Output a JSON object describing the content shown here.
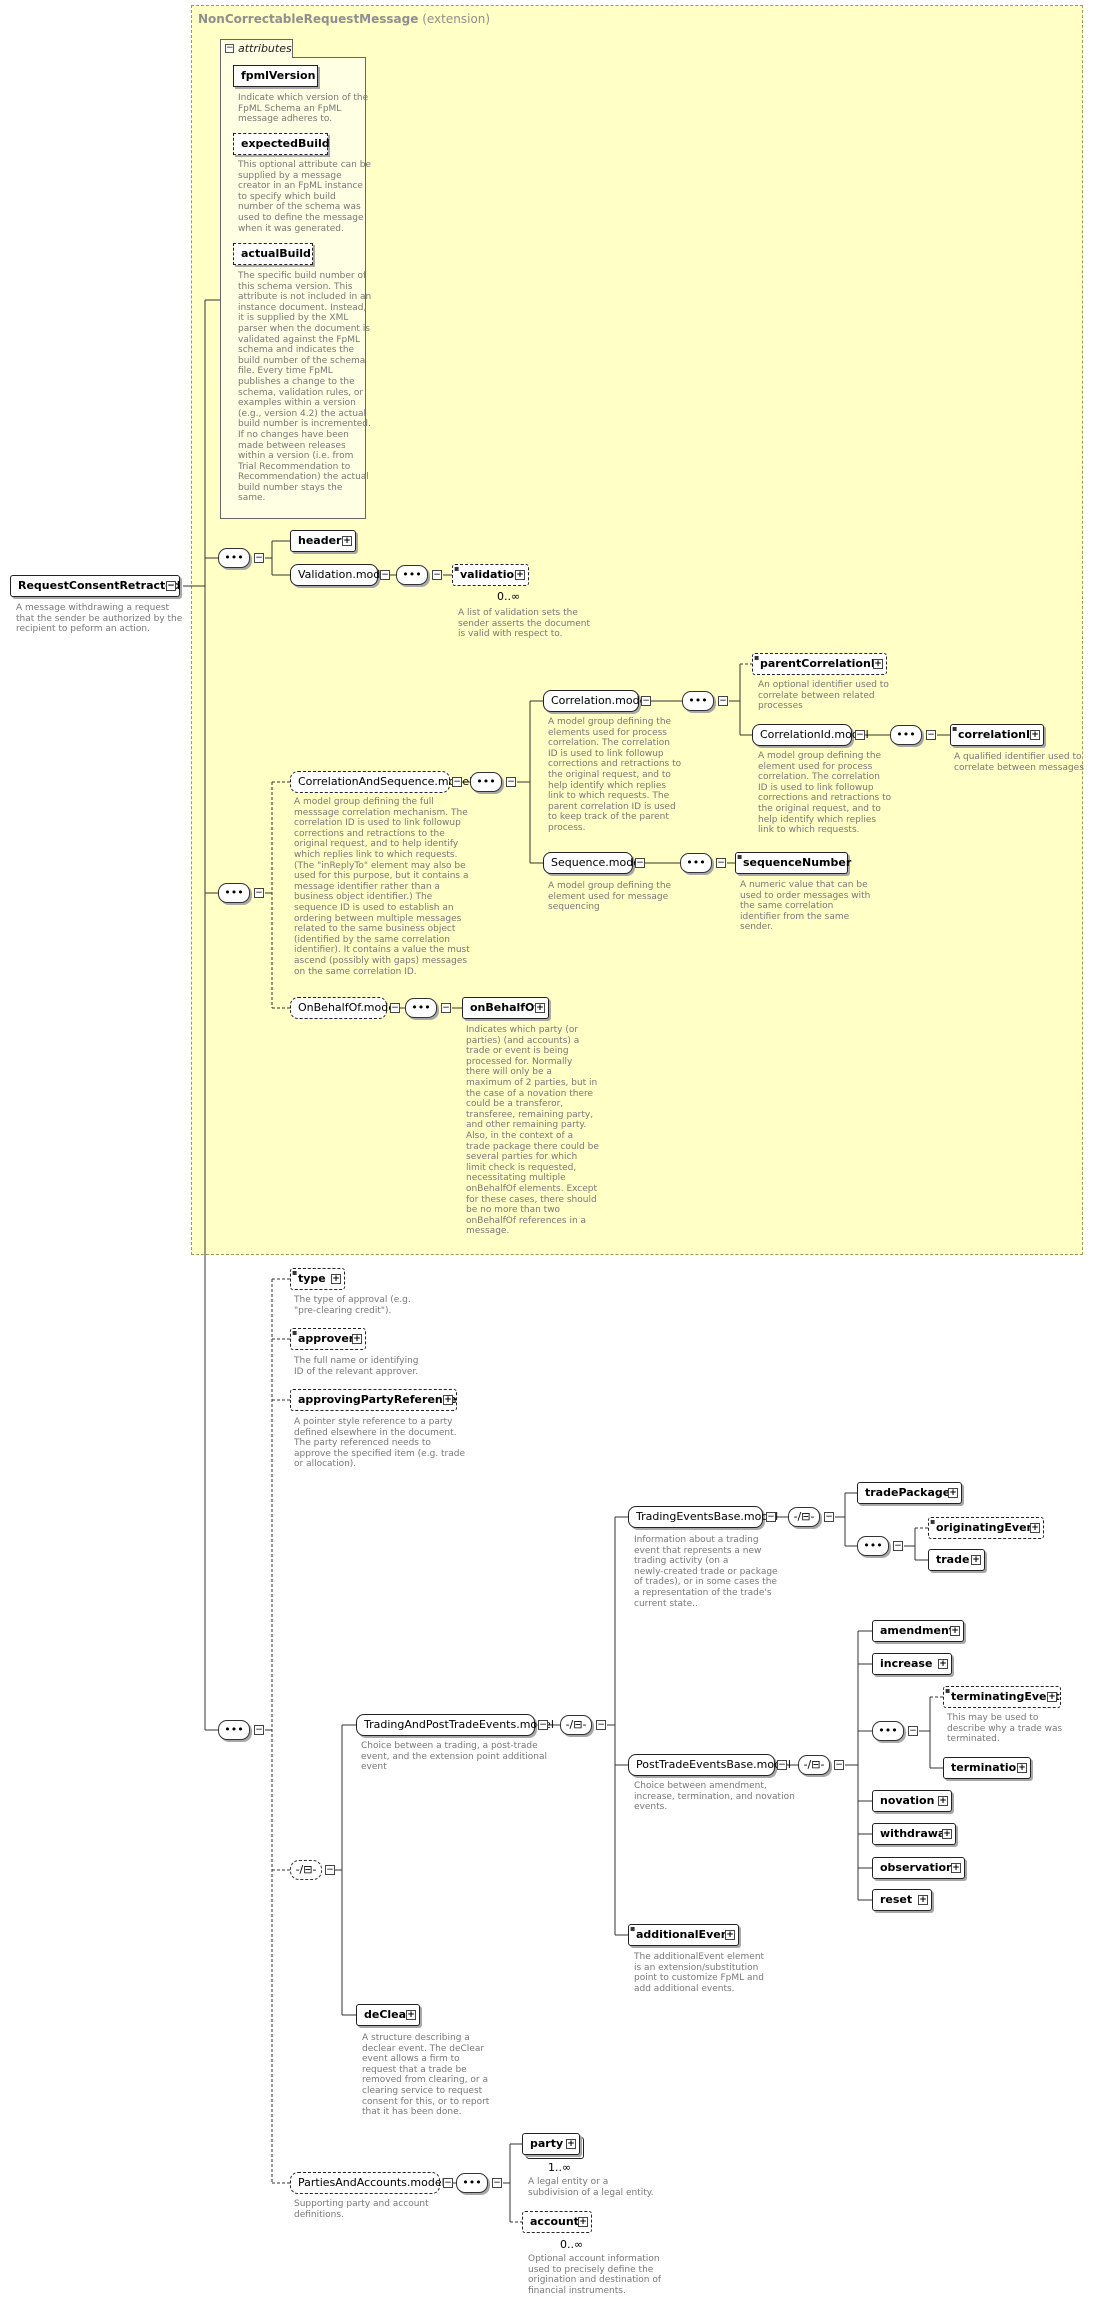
{
  "extension": {
    "name": "NonCorrectableRequestMessage",
    "kind": "(extension)"
  },
  "attributes_label": "attributes",
  "root": {
    "label": "RequestConsentRetracted",
    "doc": "A message withdrawing a request\nthat the sender be authorized by the\nrecipient to peform an action."
  },
  "attr_items": [
    {
      "label": "fpmlVersion",
      "doc": "Indicate which version of the\nFpML Schema an FpML\nmessage adheres to."
    },
    {
      "label": "expectedBuild",
      "doc": "This optional attribute can be\nsupplied by a message\ncreator in an FpML instance\nto specify which build\nnumber of the schema was\nused to define the message\nwhen it was generated."
    },
    {
      "label": "actualBuild",
      "doc": "The specific build number of\nthis schema version. This\nattribute is not included in an\ninstance document. Instead,\nit is supplied by the XML\nparser when the document is\nvalidated against the FpML\nschema and indicates the\nbuild number of the schema\nfile. Every time FpML\npublishes a change to the\nschema, validation rules, or\nexamples within a version\n(e.g., version 4.2) the actual\nbuild number is incremented.\nIf no changes have been\nmade between releases\nwithin a version (i.e. from\nTrial Recommendation to\nRecommendation) the actual\nbuild number stays the\nsame."
    }
  ],
  "header": {
    "label": "header"
  },
  "validation_model": {
    "label": "Validation.model"
  },
  "validation": {
    "label": "validation",
    "occ": "0..∞",
    "doc": "A list of validation sets the\nsender asserts the document\nis valid with respect to."
  },
  "corr_seq_model": {
    "label": "CorrelationAndSequence.model",
    "doc": "A model group defining the full\nmesssage correlation mechanism. The\ncorrelation ID is used to link followup\ncorrections and retractions to the\noriginal request, and to help identify\nwhich replies link to which requests.\n(The \"inReplyTo\" element may also be\nused for this purpose, but it contains a\nmessage identifier rather than a\nbusiness object identifier.) The\nsequence ID is used to establish an\nordering between multiple messages\nrelated to the same business object\n(identified by the same correlation\nidentifier). It contains a value the must\nascend (possibly with gaps) messages\non the same correlation ID."
  },
  "correlation_model": {
    "label": "Correlation.model",
    "doc": "A model group defining the\nelements used for process\ncorrelation. The correlation\nID is used to link followup\ncorrections and retractions to\nthe original request, and to\nhelp identify which replies\nlink to which requests. The\nparent correlation ID is used\nto keep track of the parent\nprocess."
  },
  "parent_correlation_id": {
    "label": "parentCorrelationId",
    "doc": "An optional identifier used to\ncorrelate between related\nprocesses"
  },
  "correlation_id_model": {
    "label": "CorrelationId.model",
    "doc": "A model group defining the\nelement used for process\ncorrelation. The correlation\nID is used to link followup\ncorrections and retractions to\nthe original request, and to\nhelp identify which replies\nlink to which requests."
  },
  "correlation_id": {
    "label": "correlationId",
    "doc": "A qualified identifier used to\ncorrelate between messages"
  },
  "sequence_model": {
    "label": "Sequence.model",
    "doc": "A model group defining the\nelement used for message\nsequencing"
  },
  "sequence_number": {
    "label": "sequenceNumber",
    "doc": "A numeric value that can be\nused to order messages with\nthe same correlation\nidentifier from the same\nsender."
  },
  "on_behalf_of_model": {
    "label": "OnBehalfOf.model"
  },
  "on_behalf_of": {
    "label": "onBehalfOf",
    "doc": "Indicates which party (or\nparties) (and accounts) a\ntrade or event is being\nprocessed for. Normally\nthere will only be a\nmaximum of 2 parties, but in\nthe case of a novation there\ncould be a transferor,\ntransferee, remaining party,\nand other remaining party.\nAlso, in the context of a\ntrade package there could be\nseveral parties for which\nlimit check is requested,\nnecessitating multiple\nonBehalfOf elements. Except\nfor these cases, there should\nbe no more than two\nonBehalfOf references in a\nmessage."
  },
  "type": {
    "label": "type",
    "doc": "The type of approval (e.g.\n\"pre-clearing credit\")."
  },
  "approver": {
    "label": "approver",
    "doc": "The full name or identifying\nID of the relevant approver."
  },
  "approving_party_reference": {
    "label": "approvingPartyReference",
    "doc": "A pointer style reference to a party\ndefined elsewhere in the document.\nThe party referenced needs to\napprove the specified item (e.g. trade\nor allocation)."
  },
  "trading_post_model": {
    "label": "TradingAndPostTradeEvents.model",
    "doc": "Choice between a trading, a post-trade\nevent, and the extension point additional\nevent"
  },
  "trading_events_model": {
    "label": "TradingEventsBase.model",
    "doc": "Information about a trading\nevent that represents a new\ntrading activity (on a\nnewly-created trade or package\nof trades), or in some cases the\na representation of the trade's\ncurrent state.."
  },
  "trade_package": {
    "label": "tradePackage"
  },
  "originating_event": {
    "label": "originatingEvent"
  },
  "trade": {
    "label": "trade"
  },
  "post_trade_model": {
    "label": "PostTradeEventsBase.model",
    "doc": "Choice between amendment,\nincrease, termination, and novation\nevents."
  },
  "amendment": {
    "label": "amendment"
  },
  "increase": {
    "label": "increase"
  },
  "terminating_event": {
    "label": "terminatingEvent",
    "doc": "This may be used to\ndescribe why a trade was\nterminated."
  },
  "termination": {
    "label": "termination"
  },
  "novation": {
    "label": "novation"
  },
  "withdrawal": {
    "label": "withdrawal"
  },
  "observation": {
    "label": "observation"
  },
  "reset": {
    "label": "reset"
  },
  "additional_event": {
    "label": "additionalEvent",
    "doc": "The additionalEvent element\nis an extension/substitution\npoint to customize FpML and\nadd additional events."
  },
  "declear": {
    "label": "deClear",
    "doc": "A structure describing a\ndeclear event. The deClear\nevent allows a firm to\nrequest that a trade be\nremoved from clearing, or a\nclearing service to request\nconsent for this, or to report\nthat it has been done."
  },
  "parties_model": {
    "label": "PartiesAndAccounts.model",
    "doc": "Supporting party and account\ndefinitions."
  },
  "party": {
    "label": "party",
    "occ": "1..∞",
    "doc": "A legal entity or a\nsubdivision of a legal entity."
  },
  "account": {
    "label": "account",
    "occ": "0..∞",
    "doc": "Optional account information\nused to precisely define the\norigination and destination of\nfinancial instruments."
  }
}
